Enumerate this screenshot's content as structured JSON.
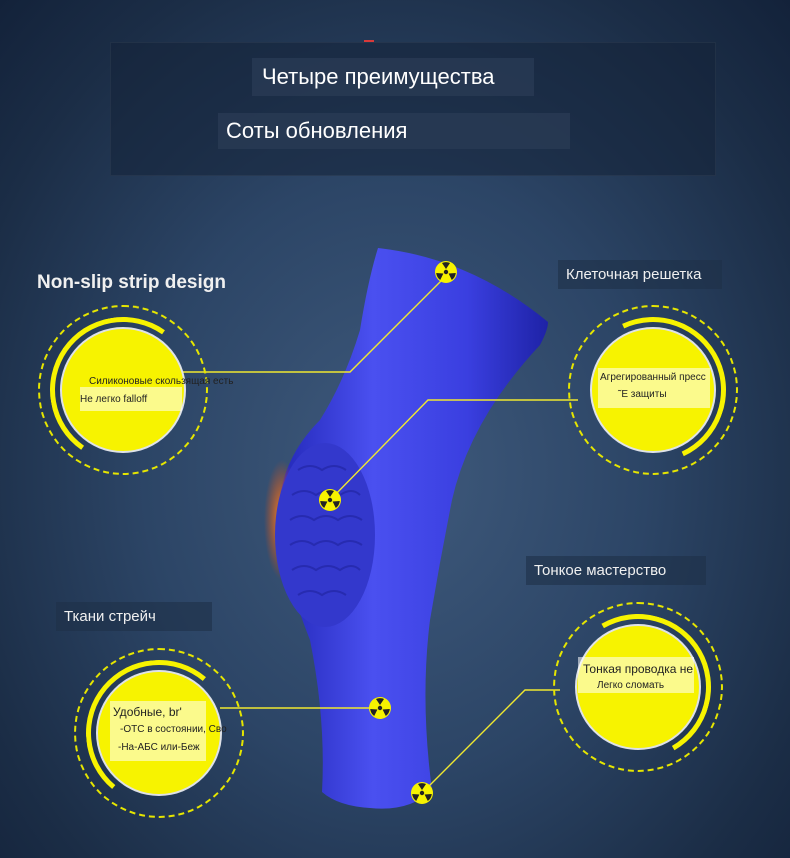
{
  "header": {
    "title_line1": "Четыре преимущества",
    "title_line2": "Соты обновления"
  },
  "features": {
    "top_left": {
      "heading": "Non-slip strip design",
      "line1": "Силиконовые скользящая есть",
      "line2": "Не легко falloff"
    },
    "top_right": {
      "heading": "Клеточная решетка",
      "line1": "Агрегированный пресс",
      "line2": "˜Е защиты"
    },
    "bottom_left": {
      "heading": "Ткани стрейч",
      "line1": "Удобные, br'",
      "line2": "-ОТС в состоянии, Сво",
      "line3": "-На-АБС или-Беж"
    },
    "bottom_right": {
      "heading": "Тонкое мастерство",
      "line1": "Тонкая проводка не",
      "line2": "Легко сломать"
    }
  },
  "colors": {
    "accent_yellow": "#f7f300",
    "sleeve_blue": "#3a3fe0",
    "background": "#2c4566"
  },
  "icons": [
    "radiation-icon"
  ]
}
